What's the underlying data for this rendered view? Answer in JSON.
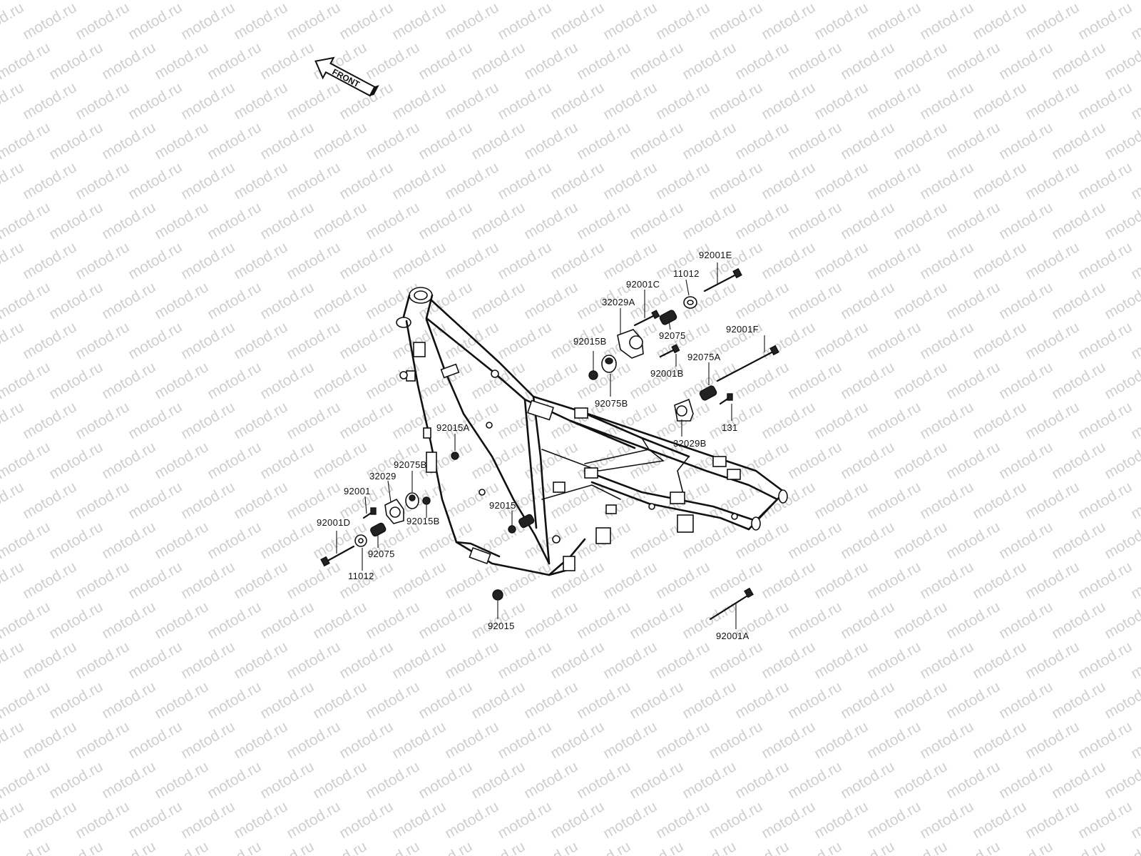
{
  "watermark": "motod.ru",
  "front_label": "FRONT",
  "labels": [
    {
      "id": "l-92001E",
      "text": "92001E"
    },
    {
      "id": "l-11012-top",
      "text": "11012"
    },
    {
      "id": "l-92001C",
      "text": "92001C"
    },
    {
      "id": "l-32029A",
      "text": "32029A"
    },
    {
      "id": "l-92075-top",
      "text": "92075"
    },
    {
      "id": "l-92015B-top",
      "text": "92015B"
    },
    {
      "id": "l-92001F",
      "text": "92001F"
    },
    {
      "id": "l-92075A",
      "text": "92075A"
    },
    {
      "id": "l-92001B",
      "text": "92001B"
    },
    {
      "id": "l-92075B-top",
      "text": "92075B"
    },
    {
      "id": "l-131",
      "text": "131"
    },
    {
      "id": "l-32029B",
      "text": "32029B"
    },
    {
      "id": "l-92015A",
      "text": "92015A"
    },
    {
      "id": "l-92075B-left",
      "text": "92075B"
    },
    {
      "id": "l-32029",
      "text": "32029"
    },
    {
      "id": "l-92001",
      "text": "92001"
    },
    {
      "id": "l-92015B-left",
      "text": "92015B"
    },
    {
      "id": "l-92001D",
      "text": "92001D"
    },
    {
      "id": "l-92075-left",
      "text": "92075"
    },
    {
      "id": "l-11012-left",
      "text": "11012"
    },
    {
      "id": "l-92015-mid",
      "text": "92015"
    },
    {
      "id": "l-92015-bottom",
      "text": "92015"
    },
    {
      "id": "l-92001A",
      "text": "92001A"
    }
  ]
}
